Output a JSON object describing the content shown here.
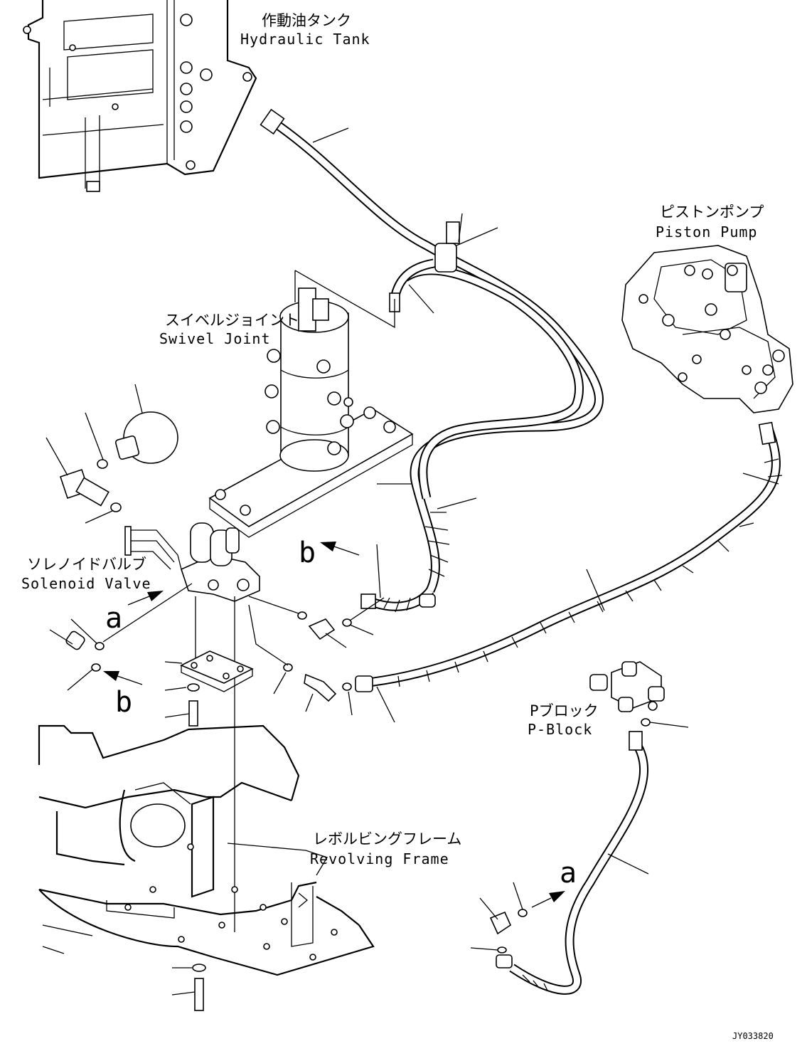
{
  "labels": {
    "hydraulic_tank_jp": "作動油タンク",
    "hydraulic_tank_en": "Hydraulic Tank",
    "piston_pump_jp": "ピストンポンプ",
    "piston_pump_en": "Piston Pump",
    "swivel_joint_jp": "スイベルジョイント",
    "swivel_joint_en": "Swivel Joint",
    "solenoid_valve_jp": "ソレノイドバルブ",
    "solenoid_valve_en": "Solenoid Valve",
    "p_block_jp": "Pブロック",
    "p_block_en": "P-Block",
    "revolving_frame_jp": "レボルビングフレーム",
    "revolving_frame_en": "Revolving Frame"
  },
  "refs": {
    "a_valve": "a",
    "b_hose": "b",
    "b_valve": "b",
    "a_pblock": "a"
  },
  "drawing_code": "JY033820"
}
